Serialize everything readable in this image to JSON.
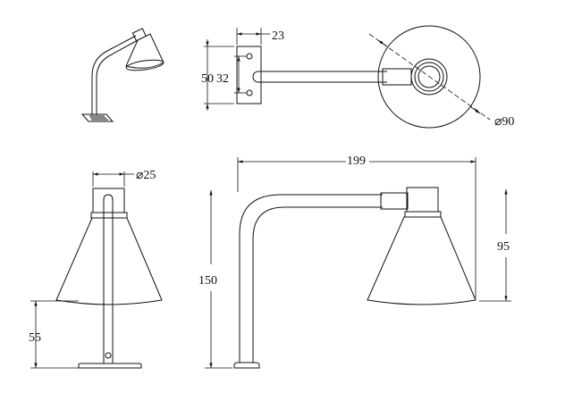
{
  "drawing": {
    "dimensions": {
      "top_bracket_width": "23",
      "top_height_outer": "50",
      "top_hole_spacing": "32",
      "shade_diameter": "⌀90",
      "cup_diameter": "⌀25",
      "side_length": "199",
      "side_height": "150",
      "front_base_height": "55",
      "side_shade_height": "95"
    }
  }
}
